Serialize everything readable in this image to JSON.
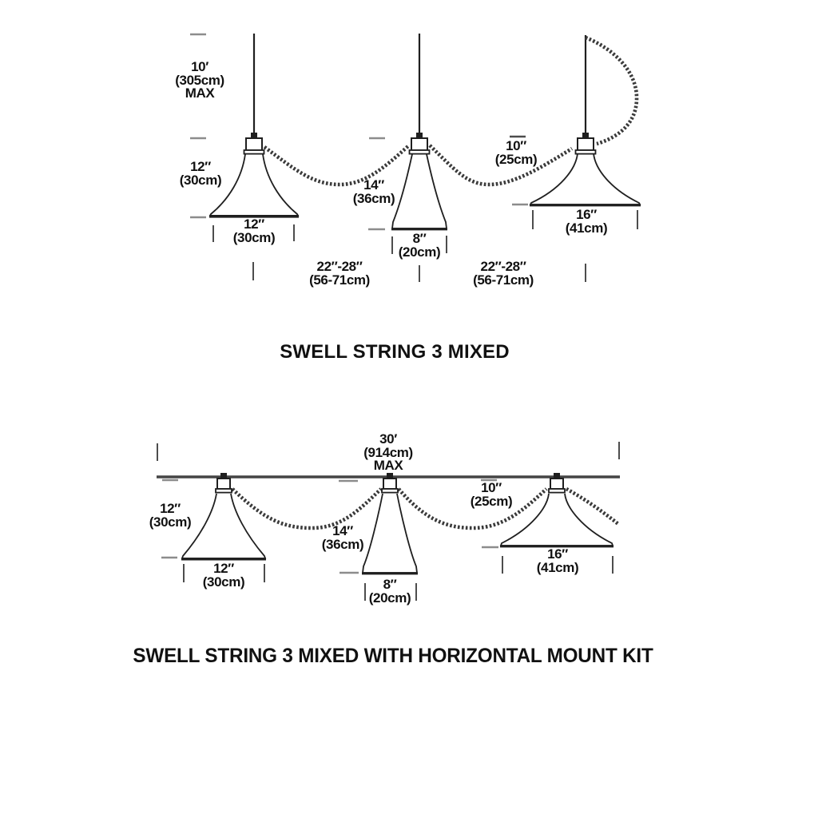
{
  "top_diagram": {
    "title": "SWELL STRING 3 MIXED",
    "dims": {
      "cord_max": [
        "10′",
        "(305cm)",
        "MAX"
      ],
      "shade1_height": [
        "12″",
        "(30cm)"
      ],
      "shade1_width": [
        "12″",
        "(30cm)"
      ],
      "shade2_height": [
        "14″",
        "(36cm)"
      ],
      "shade2_width": [
        "8″",
        "(20cm)"
      ],
      "shade3_height": [
        "10″",
        "(25cm)"
      ],
      "shade3_width": [
        "16″",
        "(41cm)"
      ],
      "spacing_left": [
        "22″-28″",
        "(56-71cm)"
      ],
      "spacing_right": [
        "22″-28″",
        "(56-71cm)"
      ]
    }
  },
  "bottom_diagram": {
    "title": "SWELL STRING 3 MIXED WITH HORIZONTAL MOUNT KIT",
    "dims": {
      "rail_max": [
        "30′",
        "(914cm)",
        "MAX"
      ],
      "shade1_height": [
        "12″",
        "(30cm)"
      ],
      "shade1_width": [
        "12″",
        "(30cm)"
      ],
      "shade2_height": [
        "14″",
        "(36cm)"
      ],
      "shade2_width": [
        "8″",
        "(20cm)"
      ],
      "shade3_height": [
        "10″",
        "(25cm)"
      ],
      "shade3_width": [
        "16″",
        "(41cm)"
      ]
    }
  },
  "colors": {
    "ink": "#1f1f1f",
    "cord_braid": "#3a3a3a",
    "dim_gray": "#8c8c8c",
    "tick_gray": "#555555"
  }
}
